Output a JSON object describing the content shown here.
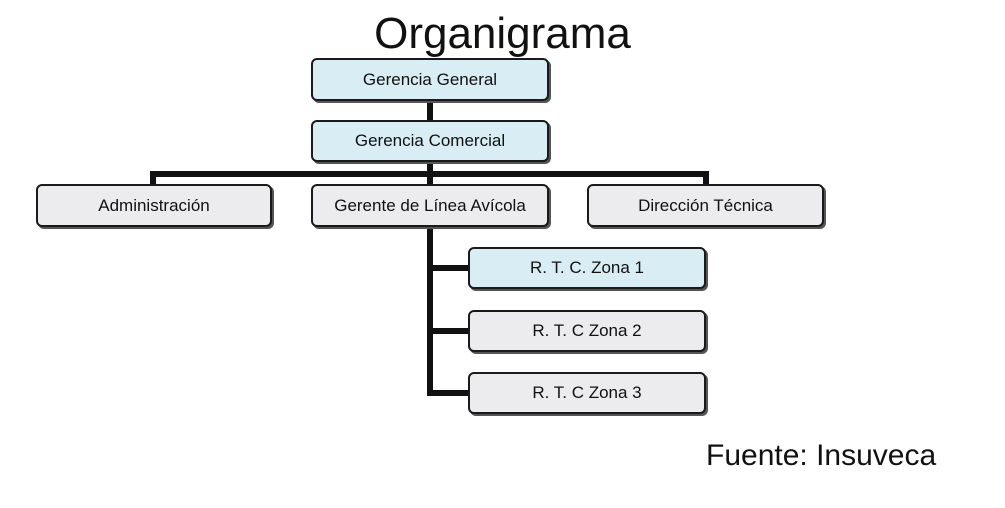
{
  "title": "Organigrama",
  "nodes": {
    "gerencia_general": "Gerencia General",
    "gerencia_comercial": "Gerencia Comercial",
    "administracion": "Administración",
    "gerente_linea_avicola": "Gerente de Línea Avícola",
    "direccion_tecnica": "Dirección Técnica",
    "rtc_zona_1": "R. T. C. Zona 1",
    "rtc_zona_2": "R. T. C  Zona  2",
    "rtc_zona_3": "R. T. C  Zona 3"
  },
  "source": "Fuente: Insuveca",
  "colors": {
    "box_highlight": "#d8eef4",
    "box_neutral": "#ececee",
    "line": "#111111"
  }
}
